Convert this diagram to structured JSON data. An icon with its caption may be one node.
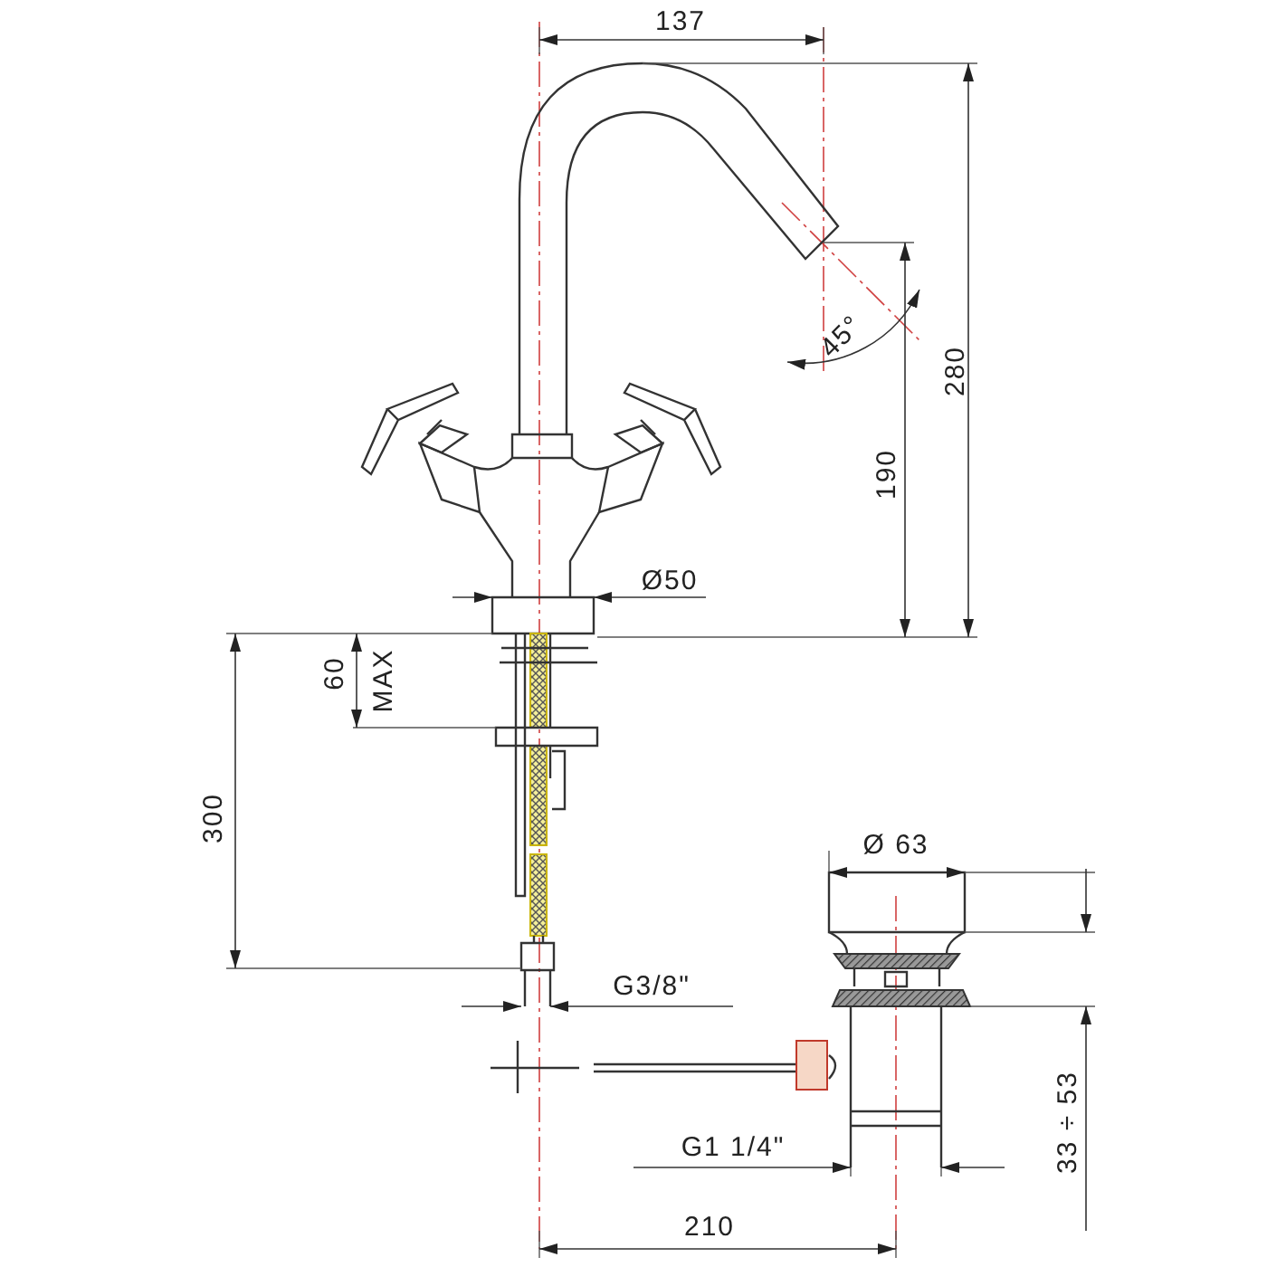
{
  "diagram": {
    "labels": [
      "137",
      "45°",
      "280",
      "190",
      "Ø50",
      "60",
      "MAX",
      "300",
      "Ø 63",
      "G3/8\"",
      "33 ÷ 53",
      "G1 1/4\"",
      "210"
    ]
  }
}
